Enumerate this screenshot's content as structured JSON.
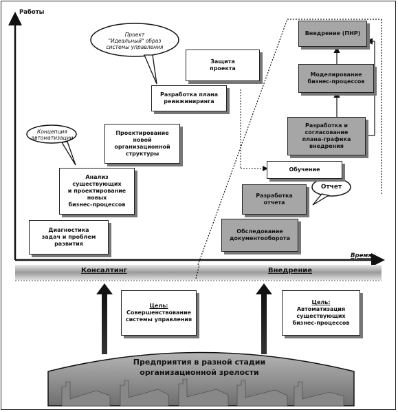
{
  "axes": {
    "y_label": "Работы",
    "x_label": "Время"
  },
  "band": {
    "left_label": "Консалтинг",
    "right_label": "Внедрение"
  },
  "bubbles": {
    "top": "Проект\n\"Идеальный\" образ\nсистемы управления",
    "left": "Концепция\nавтоматизации",
    "report": "Отчет"
  },
  "consulting_boxes": {
    "diag": "Диагностика\nзадач и проблем\nразвития",
    "analysis": "Анализ\nсуществующих\nи проектирование\nновых\nбизнес-процессов",
    "org": "Проектирование\nновой\nорганизационной\nструктуры",
    "plan": "Разработка плана\nреинжиниринга",
    "defense": "Защита\nпроекта"
  },
  "impl_boxes": {
    "survey": "Обследование\nдокументооборота",
    "report_dev": "Разработка\nотчета",
    "training": "Обучение",
    "schedule": "Разработка и\nсогласование\nплана-графика\nвнедрения",
    "modeling": "Моделирование\nбизнес-процессов",
    "pnr": "Внедрение (ПНР)"
  },
  "goals": {
    "left": {
      "title": "Цель:",
      "text": "Совершенствование\nсистемы управления"
    },
    "right": {
      "title": "Цель:",
      "text": "Автоматизация\nсуществующих\nбизнес-процессов"
    }
  },
  "base": {
    "text": "Предприятия в разной стадии\nорганизационной зрелости"
  }
}
